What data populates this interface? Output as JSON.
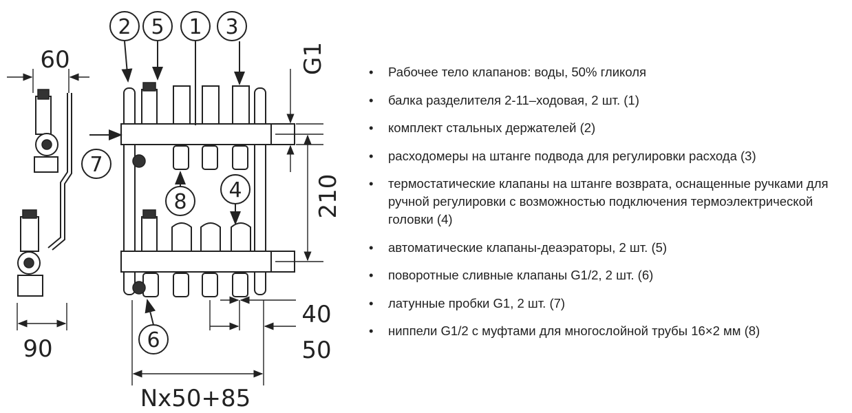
{
  "diagram": {
    "callouts": [
      "1",
      "2",
      "3",
      "4",
      "5",
      "6",
      "7",
      "8"
    ],
    "dimensions": {
      "side_depth_top": "60",
      "side_depth_bottom": "90",
      "thread": "G1",
      "height": "210",
      "offset_40": "40",
      "pitch": "50",
      "width_formula": "Nx50+85"
    }
  },
  "features": [
    "Рабочее тело клапанов: воды, 50% гликоля",
    "балка разделителя 2-11–ходовая, 2 шт. (1)",
    "комплект стальных держателей (2)",
    "расходомеры на штанге подвода для регулировки расхода (3)",
    "термостатические клапаны на штанге возврата, оснащенные ручками для ручной регулировки с возможностью подключения термоэлектрической головки (4)",
    "автоматические клапаны-деаэраторы, 2 шт. (5)",
    "поворотные сливные клапаны G1/2, 2 шт. (6)",
    "латунные пробки G1, 2 шт. (7)",
    "ниппели G1/2 с муфтами для многослойной трубы 16×2 мм (8)"
  ]
}
